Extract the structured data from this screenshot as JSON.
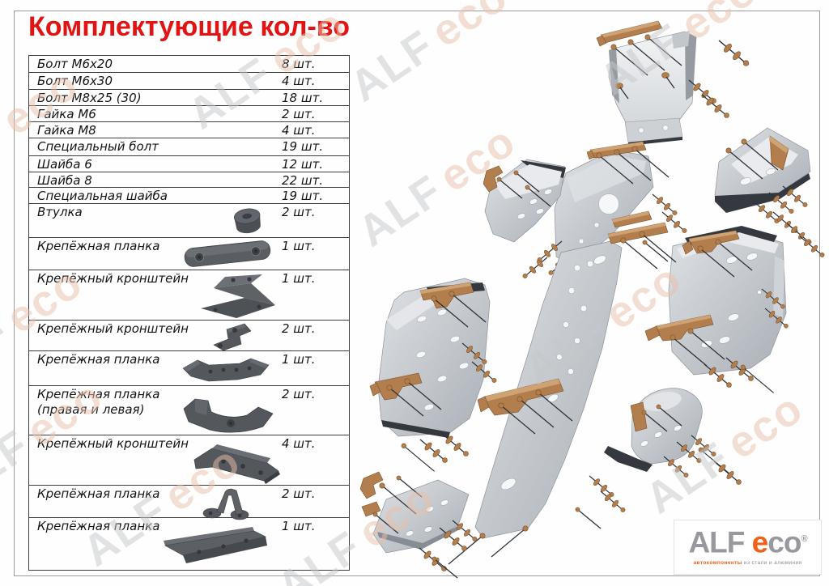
{
  "title": {
    "left": "Комплектующие",
    "right": "кол-во"
  },
  "table": {
    "rows": [
      {
        "name": "Болт М6х20",
        "qty": "8 шт."
      },
      {
        "name": "Болт М6х30",
        "qty": "4 шт."
      },
      {
        "name": "Болт М8х25 (30)",
        "qty": "18 шт."
      },
      {
        "name": "Гайка М6",
        "qty": "2 шт."
      },
      {
        "name": "Гайка М8",
        "qty": "4 шт."
      },
      {
        "name": "Специальный болт",
        "qty": "19 шт."
      },
      {
        "name": "Шайба 6",
        "qty": "12 шт."
      },
      {
        "name": "Шайба 8",
        "qty": "22 шт."
      },
      {
        "name": "Специальная шайба",
        "qty": "19 шт."
      },
      {
        "name": "Втулка",
        "qty": "2 шт.",
        "thumb": "bushing"
      },
      {
        "name": "Крепёжная планка",
        "qty": "1 шт.",
        "thumb": "plate-oval"
      },
      {
        "name": "Крепёжный кронштейн",
        "qty": "1 шт.",
        "thumb": "bracket-z"
      },
      {
        "name": "Крепёжный кронштейн",
        "qty": "2 шт.",
        "thumb": "bracket-small"
      },
      {
        "name": "Крепёжная планка",
        "qty": "1 шт.",
        "thumb": "plate-winged"
      },
      {
        "name": "Крепёжная планка",
        "name2": "(правая и левая)",
        "qty": "2 шт.",
        "thumb": "plate-curved"
      },
      {
        "name": "Крепёжный кронштейн",
        "qty": "4 шт.",
        "thumb": "bracket-long"
      },
      {
        "name": "Крепёжная планка",
        "qty": "2 шт.",
        "thumb": "plate-handle"
      },
      {
        "name": "Крепёжная планка",
        "qty": "1 шт.",
        "thumb": "rail"
      }
    ]
  },
  "watermark": {
    "alf": "ALF",
    "eco": "eco"
  },
  "logo": {
    "alf": "ALF",
    "e": "e",
    "co": "co",
    "reg": "®",
    "tagline_orange": "автокомпоненты",
    "tagline_gray": " из стали и алюминия"
  },
  "colors": {
    "title_red": "#e21313",
    "copper": "#b27e4e",
    "plate_gray": "#b6bbc1",
    "logo_orange": "#f26018",
    "logo_gray": "#97999e",
    "watermark_gray": "#c6c7ca"
  }
}
